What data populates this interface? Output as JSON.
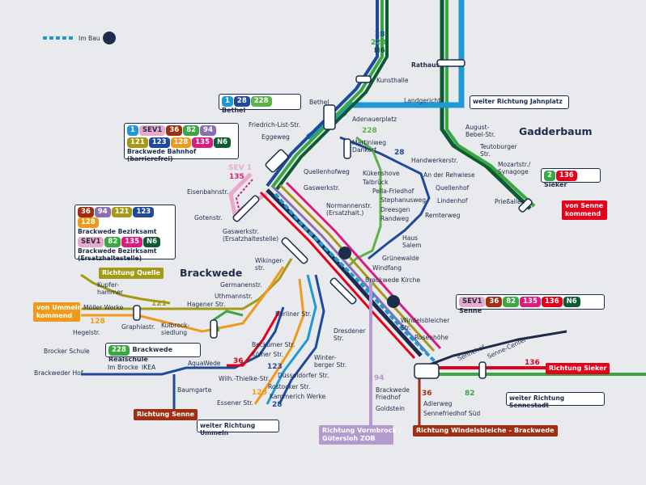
{
  "legend": {
    "label": "Im Bau",
    "icon": "construction-worker-icon"
  },
  "areas": {
    "gadderbaum": "Gadderbaum",
    "brackwede": "Brackwede"
  },
  "colors": {
    "navy": "#1d2c4c",
    "blue": "#1d9ad6",
    "green": "#3aa742",
    "darkgreen": "#0d5b32",
    "olive": "#a39a17",
    "pink": "#d91d7f",
    "purple": "#8c6fb0",
    "orange": "#ef9a1b",
    "red": "#e2001a",
    "brown": "#9e2f12",
    "sev": "#e9a9c9",
    "navyblue": "#1f4a9a",
    "lightgreen": "#5fb24a",
    "lavender": "#b39bcf"
  },
  "line_labels": {
    "north_28": "28",
    "north_228": "228",
    "north_n6": "N6",
    "l28_east": "28",
    "l228_bethel": "228",
    "l121": "121",
    "l128_west": "128",
    "l36": "36",
    "l123": "123",
    "l128_south": "128",
    "l28_south": "28",
    "l94": "94",
    "l36_senne": "36",
    "l82": "82",
    "l136": "136",
    "sev_135": "135",
    "sev1": "SEV 1"
  },
  "stations": {
    "rathaus": "Rathaus",
    "kunsthalle": "Kunsthalle",
    "landgericht": "Landgericht",
    "adenauerplatz": "Adenauerplatz",
    "bethel": "Bethel",
    "friedrich_list": "Friedrich-List-Str.",
    "eggeweg": "Eggeweg",
    "martiniweg": "Martiniweg",
    "dankort": "Dankort",
    "handwerkerstr": "Handwerkerstr.",
    "an_der_rehwiese": "An der Rehwiese",
    "quellenhof": "Quellenhof",
    "lindenhof": "Lindenhof",
    "remterweg": "Remterweg",
    "haus_salem": "Haus\nSalem",
    "gruenewalde": "Grünewalde",
    "windfang": "Windfang",
    "brackwede_kirche": "Brackwede Kirche",
    "quellenhofweg": "Quellenhofweg",
    "kuekenshove": "Kükenshove",
    "talbrueck": "Talbrück",
    "pella_friedhof": "Pella-Friedhof",
    "stephanusweg": "Stephanusweg",
    "dreesgen": "Dreesgen",
    "randweg": "Randweg",
    "eisenbahnstr": "Eisenbahnstr.",
    "gotenstr": "Gotenstr.",
    "gaswerkstr": "Gaswerkstr.",
    "normannenstr": "Normannenstr.\n(Ersatzhalt.)",
    "gaswerkstr_ersatz": "Gaswerkstr.\n(Ersatzhaltestelle)",
    "wikinger": "Wikinger-\nstr.",
    "germanenstr": "Germanenstr.",
    "uthmannstr": "Uthmannstr.",
    "hagener": "Hagener Str.",
    "kulbrock": "Kulbrock-\nsiedlung",
    "graphiastr": "Graphiastr.",
    "moeller": "Möller Werke",
    "kupferhammer": "Kupfer-\nhammer",
    "hegelstr": "Hegelstr.",
    "brocker_schule": "Brocker Schule",
    "brackweder_hof": "Brackweder Hof",
    "im_brocke": "Im Brocke",
    "ikea": "IKEA",
    "aquawede": "AquaWede",
    "baumgarte": "Baumgarte",
    "beckumer": "Beckumer Str.",
    "koelner": "Kölner Str.",
    "wilh_thielke": "Wilh.-Thielke-Str.",
    "essener": "Essener Str.",
    "berliner": "Berliner Str.",
    "winterberger": "Winter-\nberger Str.",
    "duesseldorfer": "Düsseldorfer Str.",
    "rostocker": "Rostocker Str.",
    "kammerich": "Kammerich Werke",
    "dresdener": "Dresdener\nStr.",
    "windelsbleicher": "Windelsbleicher\nStr.",
    "rosenhoehe": "Rosenhöhe",
    "sennehof": "Sennehof",
    "senne_center": "Senne-Center",
    "adlerweg": "Adlerweg",
    "sennefriedhof": "Sennefriedhof Süd",
    "brackwede_friedhof": "Brackwede\nFriedhof",
    "goldstein": "Goldstein",
    "august_bebel": "August-\nBebel-Str.",
    "teutoburger": "Teutoburger\nStr.",
    "mozartstr": "Mozartstr./\nSynagoge",
    "priessallee": "Prießallee"
  },
  "info_boxes": {
    "bethel": {
      "chips": [
        "1",
        "28",
        "228"
      ],
      "label": "Bethel"
    },
    "bahnhof": {
      "row1": [
        "1",
        "SEV1",
        "36",
        "82",
        "94"
      ],
      "row2": [
        "121",
        "123",
        "128",
        "135",
        "N6"
      ],
      "label": "Brackwede Bahnhof (barrierefrei)"
    },
    "bezirksamt": {
      "row1": [
        "36",
        "94",
        "121",
        "123",
        "128"
      ],
      "label1": "Brackwede Bezirksamt",
      "row2": [
        "SEV1",
        "82",
        "135",
        "N6"
      ],
      "label2": "Brackwede Bezirksamt\n(Ersatzhaltestelle)"
    },
    "sieker": {
      "chips": [
        "2",
        "136"
      ],
      "label": "Sieker"
    },
    "senne": {
      "chips": [
        "SEV1",
        "36",
        "82",
        "135",
        "136",
        "N6"
      ],
      "label": "Senne"
    },
    "realschule": {
      "chips": [
        "228"
      ],
      "label": "Brackwede Realschule"
    }
  },
  "directions": {
    "jahnplatz": "weiter Richtung Jahnplatz",
    "von_senne": "von Senne\nkommend",
    "richtung_quelle": "Richtung Quelle",
    "von_ummeln": "von Ummeln\nkommend",
    "richtung_senne": "Richtung Senne",
    "weiter_ummeln": "weiter Richtung Ummeln",
    "vormbrock": "Richtung Vormbrock /\nGütersloh ZOB",
    "windelsbleiche": "Richtung Windelsbleiche – Brackwede",
    "richtung_sieker": "Richtung Sieker",
    "weiter_sennestadt": "weiter Richtung Sennestadt"
  }
}
